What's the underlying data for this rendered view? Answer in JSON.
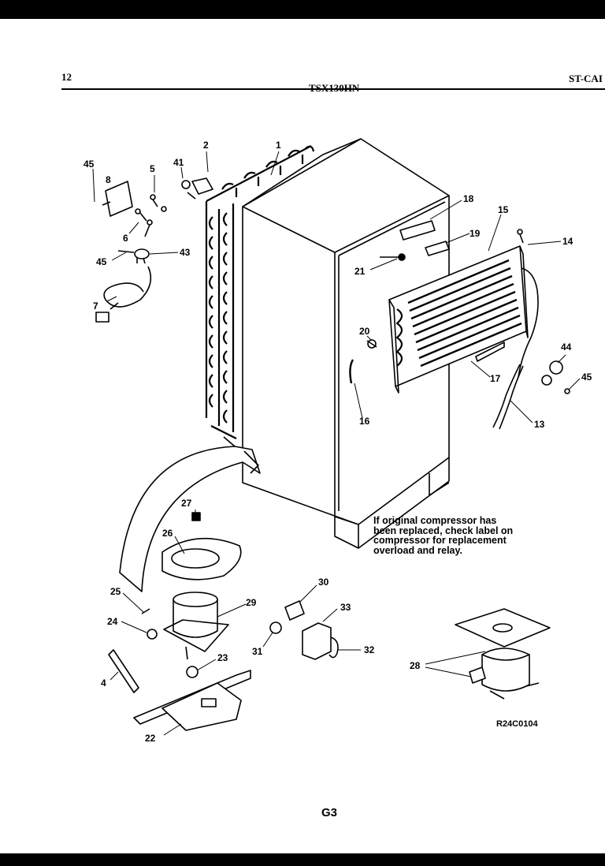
{
  "header": {
    "page_number": "12",
    "model": "TSX130HN",
    "brand": "ST-CAI"
  },
  "note": {
    "lines": [
      "If original compressor has",
      "been replaced, check label on",
      "compressor for replacement",
      "overload and relay."
    ]
  },
  "drawing_code": "R24C0104",
  "page_code": "G3",
  "callouts": {
    "c1": "1",
    "c2": "2",
    "c5": "5",
    "c41": "41",
    "c45a": "45",
    "c8": "8",
    "c6": "6",
    "c45b": "45",
    "c43": "43",
    "c7": "7",
    "c18": "18",
    "c15": "15",
    "c19": "19",
    "c14": "14",
    "c21": "21",
    "c20": "20",
    "c16": "16",
    "c17": "17",
    "c44": "44",
    "c45c": "45",
    "c13": "13",
    "c27": "27",
    "c26": "26",
    "c25": "25",
    "c24": "24",
    "c29": "29",
    "c23": "23",
    "c4": "4",
    "c22": "22",
    "c30": "30",
    "c33": "33",
    "c31": "31",
    "c32": "32",
    "c28": "28"
  }
}
